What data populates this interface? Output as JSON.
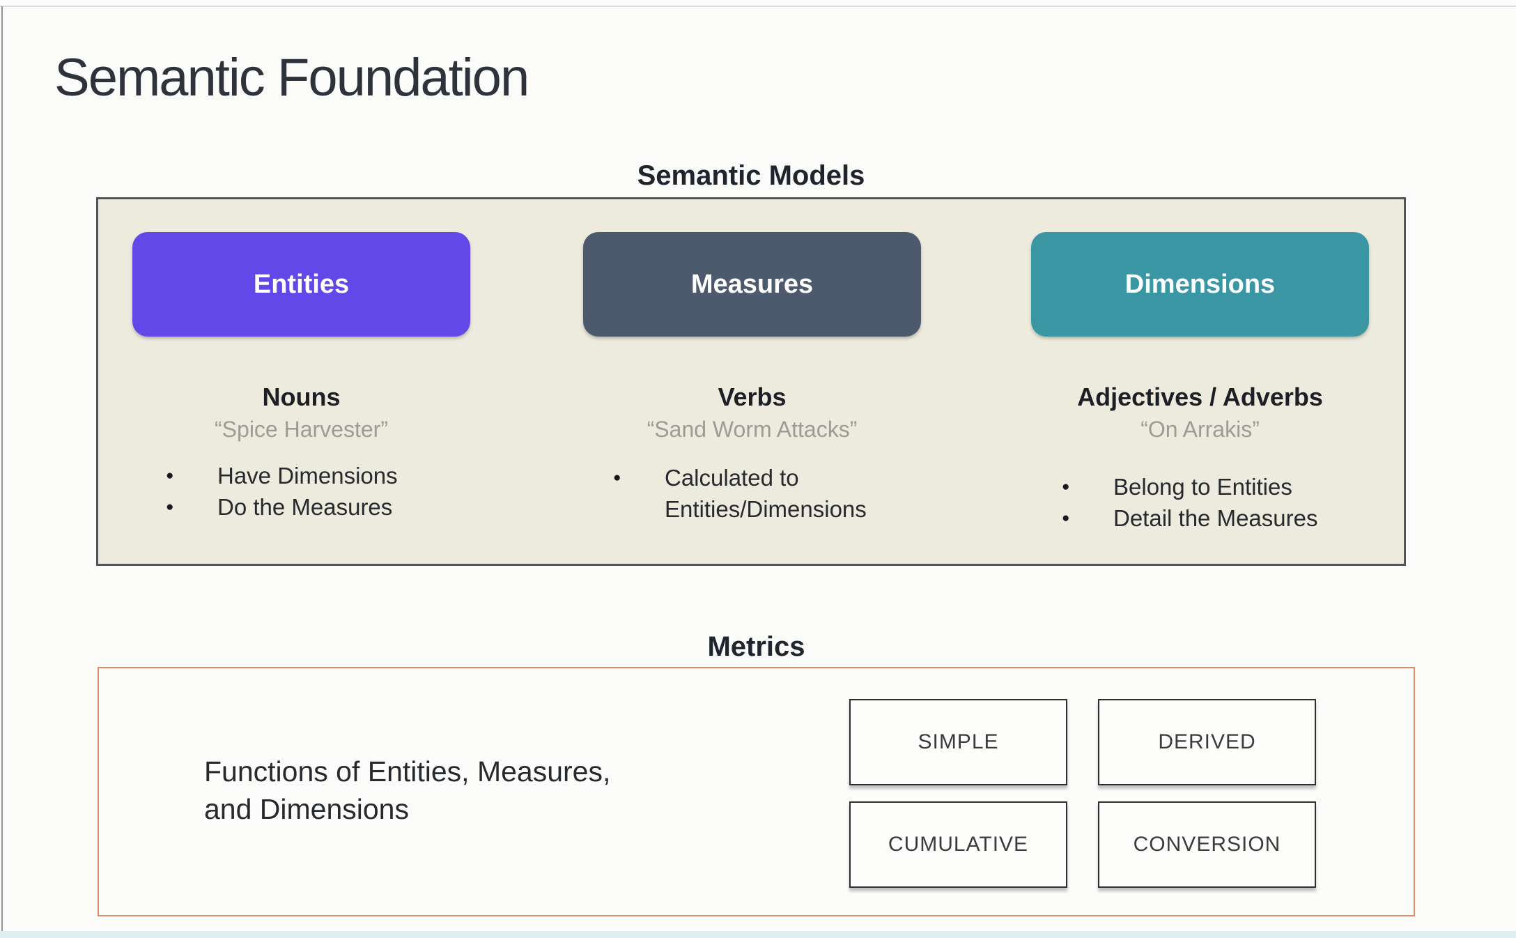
{
  "slide": {
    "title": "Semantic Foundation"
  },
  "semantic_models": {
    "heading": "Semantic Models",
    "panel_bg": "#edebde",
    "panel_border": "#52565c",
    "columns": [
      {
        "button": "Entities",
        "color": "#6348e9",
        "part_of_speech": "Nouns",
        "quote": "“Spice Harvester”",
        "bullets": [
          "Have Dimensions",
          "Do the Measures"
        ]
      },
      {
        "button": "Measures",
        "color": "#4d596c",
        "part_of_speech": "Verbs",
        "quote": "“Sand Worm Attacks”",
        "bullets": [
          [
            "Calculated to",
            "Entities/Dimensions"
          ]
        ]
      },
      {
        "button": "Dimensions",
        "color": "#3b96a4",
        "part_of_speech": "Adjectives / Adverbs",
        "quote": "“On Arrakis”",
        "bullets": [
          "Belong to Entities",
          "Detail the Measures"
        ]
      }
    ]
  },
  "metrics": {
    "heading": "Metrics",
    "panel_border": "#dc8a67",
    "description": [
      "Functions of Entities, Measures,",
      "and Dimensions"
    ],
    "types": [
      "SIMPLE",
      "DERIVED",
      "CUMULATIVE",
      "CONVERSION"
    ]
  }
}
